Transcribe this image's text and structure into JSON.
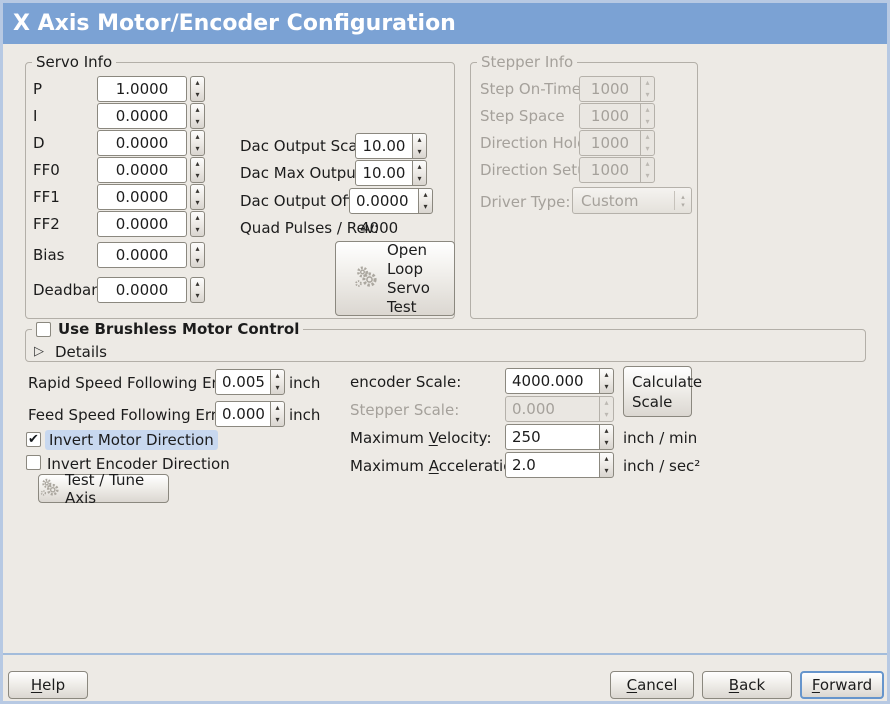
{
  "window": {
    "title": "X Axis Motor/Encoder Configuration"
  },
  "colors": {
    "titlebar": "#7ba2d4",
    "window_border": "#b7c9e3",
    "background": "#edeae5",
    "focus_highlight": "#c8d8ef"
  },
  "servo_info": {
    "title": "Servo Info",
    "rows": [
      {
        "label": "P",
        "value": "1.0000"
      },
      {
        "label": "I",
        "value": "0.0000"
      },
      {
        "label": "D",
        "value": "0.0000"
      },
      {
        "label": "FF0",
        "value": "0.0000"
      },
      {
        "label": "FF1",
        "value": "0.0000"
      },
      {
        "label": "FF2",
        "value": "0.0000"
      },
      {
        "label": "Bias",
        "value": "0.0000"
      },
      {
        "label": "Deadband",
        "value": "0.0000"
      }
    ],
    "dac_output_scale_label": "Dac Output Scale:",
    "dac_output_scale": "10.00",
    "dac_max_output_label": "Dac Max Output:",
    "dac_max_output": "10.00",
    "dac_output_offset_label": "Dac Output Offset:",
    "dac_output_offset": "0.0000",
    "quad_pulses_label": "Quad Pulses / Rev:",
    "quad_pulses": "4000",
    "open_loop_button": "Open Loop Servo Test"
  },
  "stepper_info": {
    "title": "Stepper Info",
    "rows": [
      {
        "label": "Step On-Time",
        "value": "1000"
      },
      {
        "label": "Step Space",
        "value": "1000"
      },
      {
        "label": "Direction Hold",
        "value": "1000"
      },
      {
        "label": "Direction Setup",
        "value": "1000"
      }
    ],
    "driver_type_label": "Driver Type:",
    "driver_type_value": "Custom"
  },
  "brushless": {
    "checkbox_label": "Use Brushless Motor Control",
    "checked": false,
    "details_label": "Details",
    "expander_arrow": "▷"
  },
  "tuning": {
    "rapid_error_label": "Rapid Speed Following Error:",
    "rapid_error": "0.0050",
    "rapid_error_unit": "inch",
    "feed_error_label": "Feed Speed Following Error:",
    "feed_error": "0.0005",
    "feed_error_unit": "inch",
    "invert_motor_label": "Invert Motor Direction",
    "invert_motor_checked": "✔",
    "invert_encoder_label": "Invert Encoder Direction",
    "test_tune_button": "Test / Tune Axis"
  },
  "scale": {
    "encoder_scale_label": "encoder Scale:",
    "encoder_scale": "4000.000",
    "calculate_button": "Calculate Scale",
    "stepper_scale_label": "Stepper Scale:",
    "stepper_scale": "0.000",
    "max_velocity": {
      "pre": "Maximum ",
      "accel": "V",
      "post": "elocity:"
    },
    "max_velocity_value": "250",
    "max_velocity_unit": "inch / min",
    "max_accel": {
      "pre": "Maximum ",
      "accel": "A",
      "post": "cceleration:"
    },
    "max_accel_value": "2.0",
    "max_accel_unit": "inch / sec²"
  },
  "footer": {
    "help": {
      "pre": "",
      "accel": "H",
      "post": "elp"
    },
    "cancel": {
      "pre": "",
      "accel": "C",
      "post": "ancel"
    },
    "back": {
      "pre": "",
      "accel": "B",
      "post": "ack"
    },
    "forward": {
      "pre": "",
      "accel": "F",
      "post": "orward"
    }
  },
  "spin": {
    "up": "▴",
    "down": "▾"
  }
}
